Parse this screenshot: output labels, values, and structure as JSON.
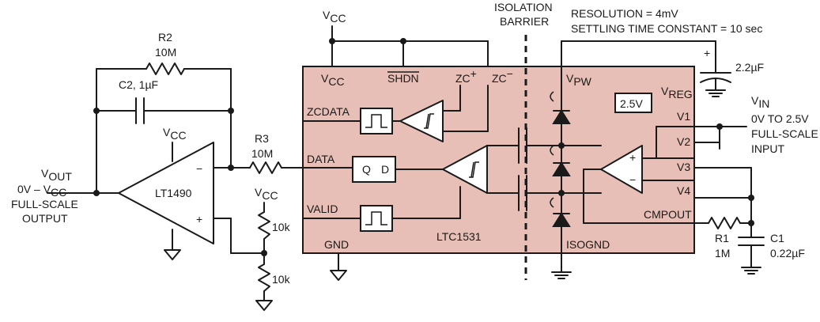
{
  "labels": {
    "vcc_main": "V",
    "vcc_main_sub": "CC",
    "vcc_amp": "V",
    "vcc_amp_sub": "CC",
    "vcc_div": "V",
    "vcc_div_sub": "CC",
    "vcc_chip": "V",
    "vcc_chip_sub": "CC",
    "shdn": "SHDN",
    "zc_plus": "ZC",
    "zc_plus_sup": "+",
    "zc_minus": "ZC",
    "zc_minus_sup": "−",
    "iso_barrier_1": "ISOLATION",
    "iso_barrier_2": "BARRIER",
    "resolution": "RESOLUTION = 4mV",
    "settling": "SETTLING TIME CONSTANT = 10 sec",
    "vpw": "V",
    "vpw_sub": "PW",
    "vreg": "V",
    "vreg_sub": "REG",
    "ref_2v5": "2.5V",
    "v1": "V1",
    "v2": "V2",
    "v3": "V3",
    "v4": "V4",
    "cmpout": "CMPOUT",
    "isognd": "ISOGND",
    "gnd": "GND",
    "ltc1531": "LTC1531",
    "lt1490": "LT1490",
    "zcdata": "ZCDATA",
    "data": "DATA",
    "valid": "VALID",
    "q": "Q",
    "d": "D",
    "r2": "R2",
    "r2_val": "10M",
    "c2": "C2, 1µF",
    "r3": "R3",
    "r3_val": "10M",
    "r_top": "10k",
    "r_bot": "10k",
    "cap_2u2": "2.2µF",
    "r1": "R1",
    "r1_val": "1M",
    "c1": "C1",
    "c1_val": "0.22µF",
    "vout": "V",
    "vout_sub": "OUT",
    "vout_range_a": "0V – V",
    "vout_range_sub": "CC",
    "vout_fs": "FULL-SCALE",
    "vout_out": "OUTPUT",
    "vin": "V",
    "vin_sub": "IN",
    "vin_range": "0V TO 2.5V",
    "vin_fs": "FULL-SCALE",
    "vin_in": "INPUT",
    "plus": "+",
    "minus": "−",
    "plus_small": "+",
    "minus_small": "−",
    "plus_cap": "+"
  }
}
